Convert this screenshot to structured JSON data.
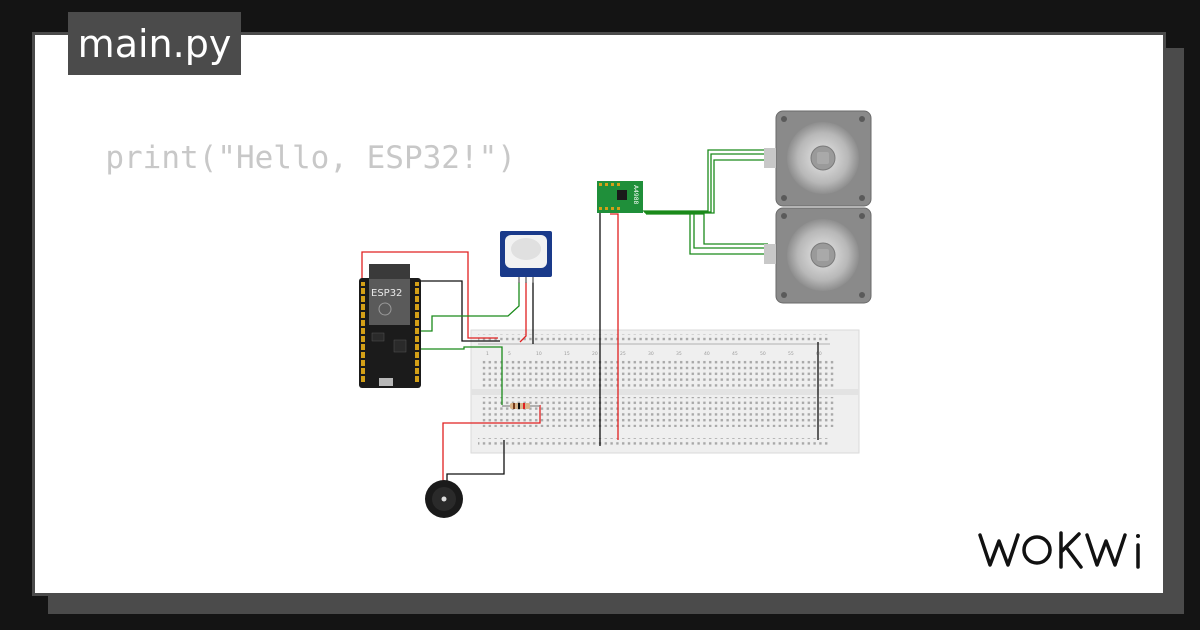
{
  "file_tab": {
    "label": "main.py"
  },
  "code": {
    "line_1": "print(\"Hello, ESP32!\")"
  },
  "esp32": {
    "label": "ESP32"
  },
  "driver": {
    "label": "A4988"
  },
  "breadboard": {
    "column_labels": [
      "1",
      "5",
      "10",
      "15",
      "20",
      "25",
      "30",
      "35",
      "40",
      "45",
      "50",
      "55",
      "60"
    ]
  },
  "brand": {
    "logo": "WOKWI"
  },
  "colors": {
    "background": "#141414",
    "card": "#ffffff",
    "frame": "#4b4b4b",
    "wire_red": "#e02020",
    "wire_green": "#1a8a1a",
    "wire_black": "#111111",
    "driver_board": "#1f8f3a",
    "pir_board": "#1a3a8a"
  }
}
